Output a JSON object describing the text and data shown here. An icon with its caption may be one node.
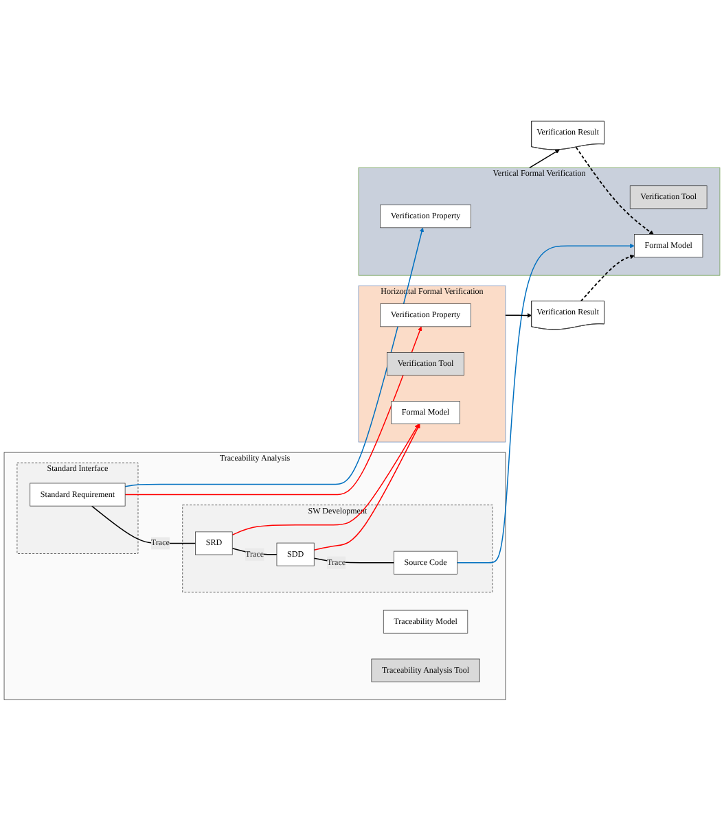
{
  "diagram": {
    "nodes": [
      {
        "text": [
          "Traceability Analysis"
        ]
      },
      {
        "text": [
          "Standard Interface"
        ],
        "in": 0
      },
      {
        "text": [
          "Standard Requirement"
        ],
        "in": 1
      },
      {
        "text": [
          "SW Development"
        ],
        "in": 0
      },
      {
        "text": [
          "SRD"
        ],
        "in": 3
      },
      {
        "text": [
          "SDD"
        ],
        "in": 3
      },
      {
        "text": [
          "Source Code"
        ],
        "in": 3
      },
      {
        "text": [
          "Traceability Model"
        ],
        "in": 0
      },
      {
        "text": [
          "Traceability Analysis Tool"
        ],
        "in": 0
      },
      {
        "text": [
          "Horizontal Formal Verification"
        ]
      },
      {
        "text": [
          "Verification Property"
        ],
        "in": 9
      },
      {
        "text": [
          "Verification Tool"
        ],
        "in": 9
      },
      {
        "text": [
          "Formal Model"
        ],
        "in": 9
      },
      {
        "text": [
          "Verification Result"
        ]
      },
      {
        "text": [
          "Vertical Formal Verification"
        ]
      },
      {
        "text": [
          "Verification Property"
        ],
        "in": 14
      },
      {
        "text": [
          "Verification Tool"
        ],
        "in": 14
      },
      {
        "text": [
          "Formal Model"
        ],
        "in": 14
      },
      {
        "text": [
          "Verification Result"
        ]
      }
    ],
    "edges": [
      {
        "from": 2,
        "to": 4,
        "arrow": "none",
        "label": "Trace"
      },
      {
        "from": 4,
        "to": 5,
        "arrow": "none",
        "label": "Trace"
      },
      {
        "from": 5,
        "to": 6,
        "arrow": "none",
        "label": "Trace"
      },
      {
        "from": 2,
        "to": 10,
        "arrow": "to",
        "color": "#ff0000"
      },
      {
        "from": 4,
        "to": 12,
        "arrow": "to",
        "color": "#ff0000"
      },
      {
        "from": 5,
        "to": 12,
        "arrow": "to",
        "color": "#ff0000"
      },
      {
        "from": 2,
        "to": 15,
        "arrow": "to",
        "color": "#0070c0"
      },
      {
        "from": 6,
        "to": 17,
        "arrow": "to",
        "color": "#0070c0"
      },
      {
        "from": 9,
        "to": 13,
        "arrow": "to"
      },
      {
        "from": 14,
        "to": 18,
        "arrow": "to"
      },
      {
        "from": 13,
        "to": 17,
        "arrow": "to",
        "style": "dashed"
      },
      {
        "from": 18,
        "to": 17,
        "arrow": "to",
        "style": "dashed"
      }
    ]
  }
}
